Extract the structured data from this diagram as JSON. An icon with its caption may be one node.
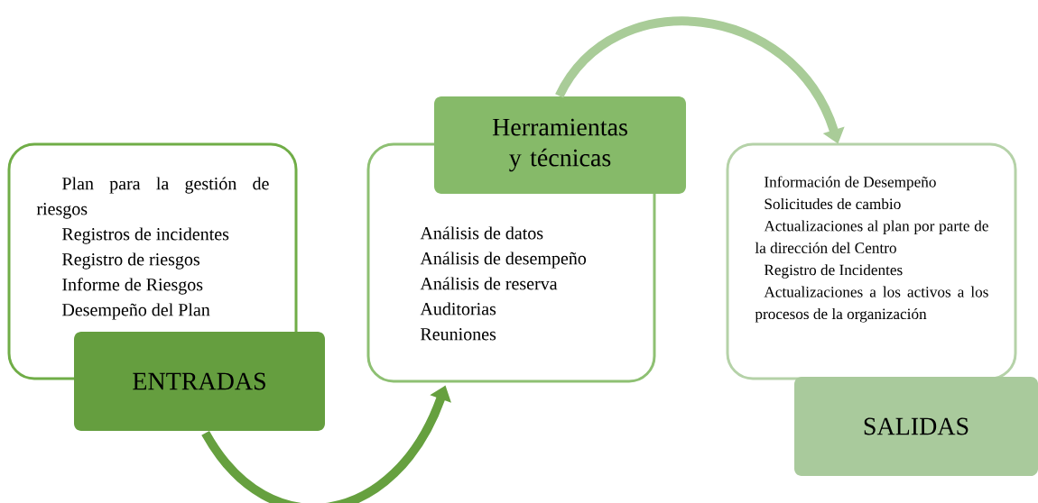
{
  "diagram": {
    "nodes": [
      {
        "text": [
          "Plan para la gestión de riesgos",
          "Registros de incidentes",
          "Registro de riesgos",
          "Informe de Riesgos",
          "Desempeño del Plan"
        ]
      },
      {
        "text": [
          "ENTRADAS"
        ]
      },
      {
        "text": [
          "Herramientas y técnicas"
        ]
      },
      {
        "text": [
          "Análisis de datos",
          "Análisis de desempeño",
          "Análisis de reserva",
          "Auditorias",
          "Reuniones"
        ]
      },
      {
        "text": [
          "Información de Desempeño",
          "Solicitudes de cambio",
          "Actualizaciones al plan por parte de la dirección del Centro",
          "Registro de Incidentes",
          "Actualizaciones a los activos a los procesos de la organización"
        ]
      },
      {
        "text": [
          "SALIDAS"
        ]
      }
    ],
    "edges": [
      {
        "from": 1,
        "to": 3,
        "arrow": "to",
        "color": "#66a03f"
      },
      {
        "from": 2,
        "to": 4,
        "arrow": "to",
        "color": "#a9cc98"
      }
    ]
  }
}
